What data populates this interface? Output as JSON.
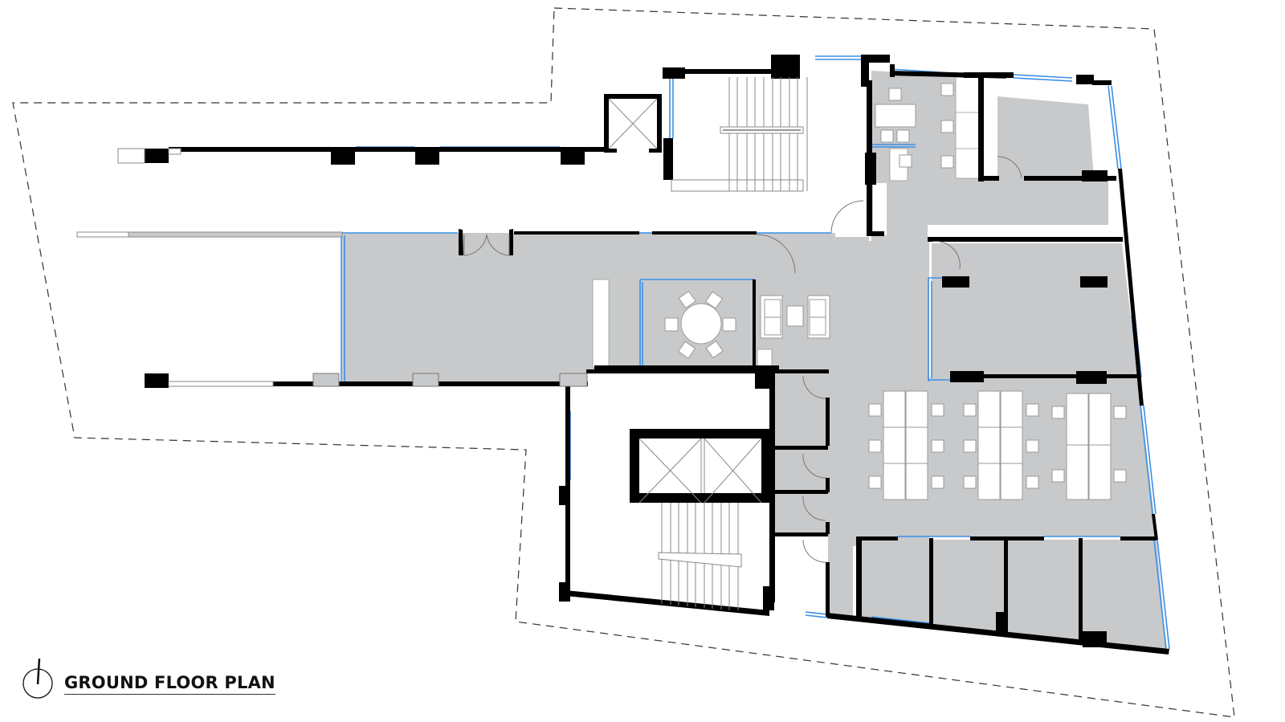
{
  "title": "GROUND FLOOR PLAN",
  "colors": {
    "wall": "#000000",
    "floor_fill": "#c8c9cb",
    "glazing": "#3b8fe8",
    "furniture": "#ffffff",
    "furniture_stroke": "#8a8a8a",
    "site_boundary": "#333333",
    "background": "#ffffff"
  },
  "legend": {
    "north_arrow": "north-arrow-icon"
  },
  "zones": [
    {
      "id": "entrance-lobby",
      "label": "Entrance lobby (glazed)"
    },
    {
      "id": "meeting-room",
      "label": "Meeting room with round table, 6 chairs"
    },
    {
      "id": "lounge",
      "label": "Lounge with 2 sofas and coffee table"
    },
    {
      "id": "stair-core-north",
      "label": "North stair core with single elevator"
    },
    {
      "id": "reception-office",
      "label": "Office with desks"
    },
    {
      "id": "private-office-ne",
      "label": "Private office NE"
    },
    {
      "id": "open-room-east",
      "label": "Open room east"
    },
    {
      "id": "open-workspace",
      "label": "Open workspace with 3 desk clusters"
    },
    {
      "id": "stair-core-south",
      "label": "South stair core with twin elevators"
    },
    {
      "id": "wc-rooms",
      "label": "WC / storage rooms x4"
    },
    {
      "id": "offices-south",
      "label": "South offices x4"
    }
  ]
}
